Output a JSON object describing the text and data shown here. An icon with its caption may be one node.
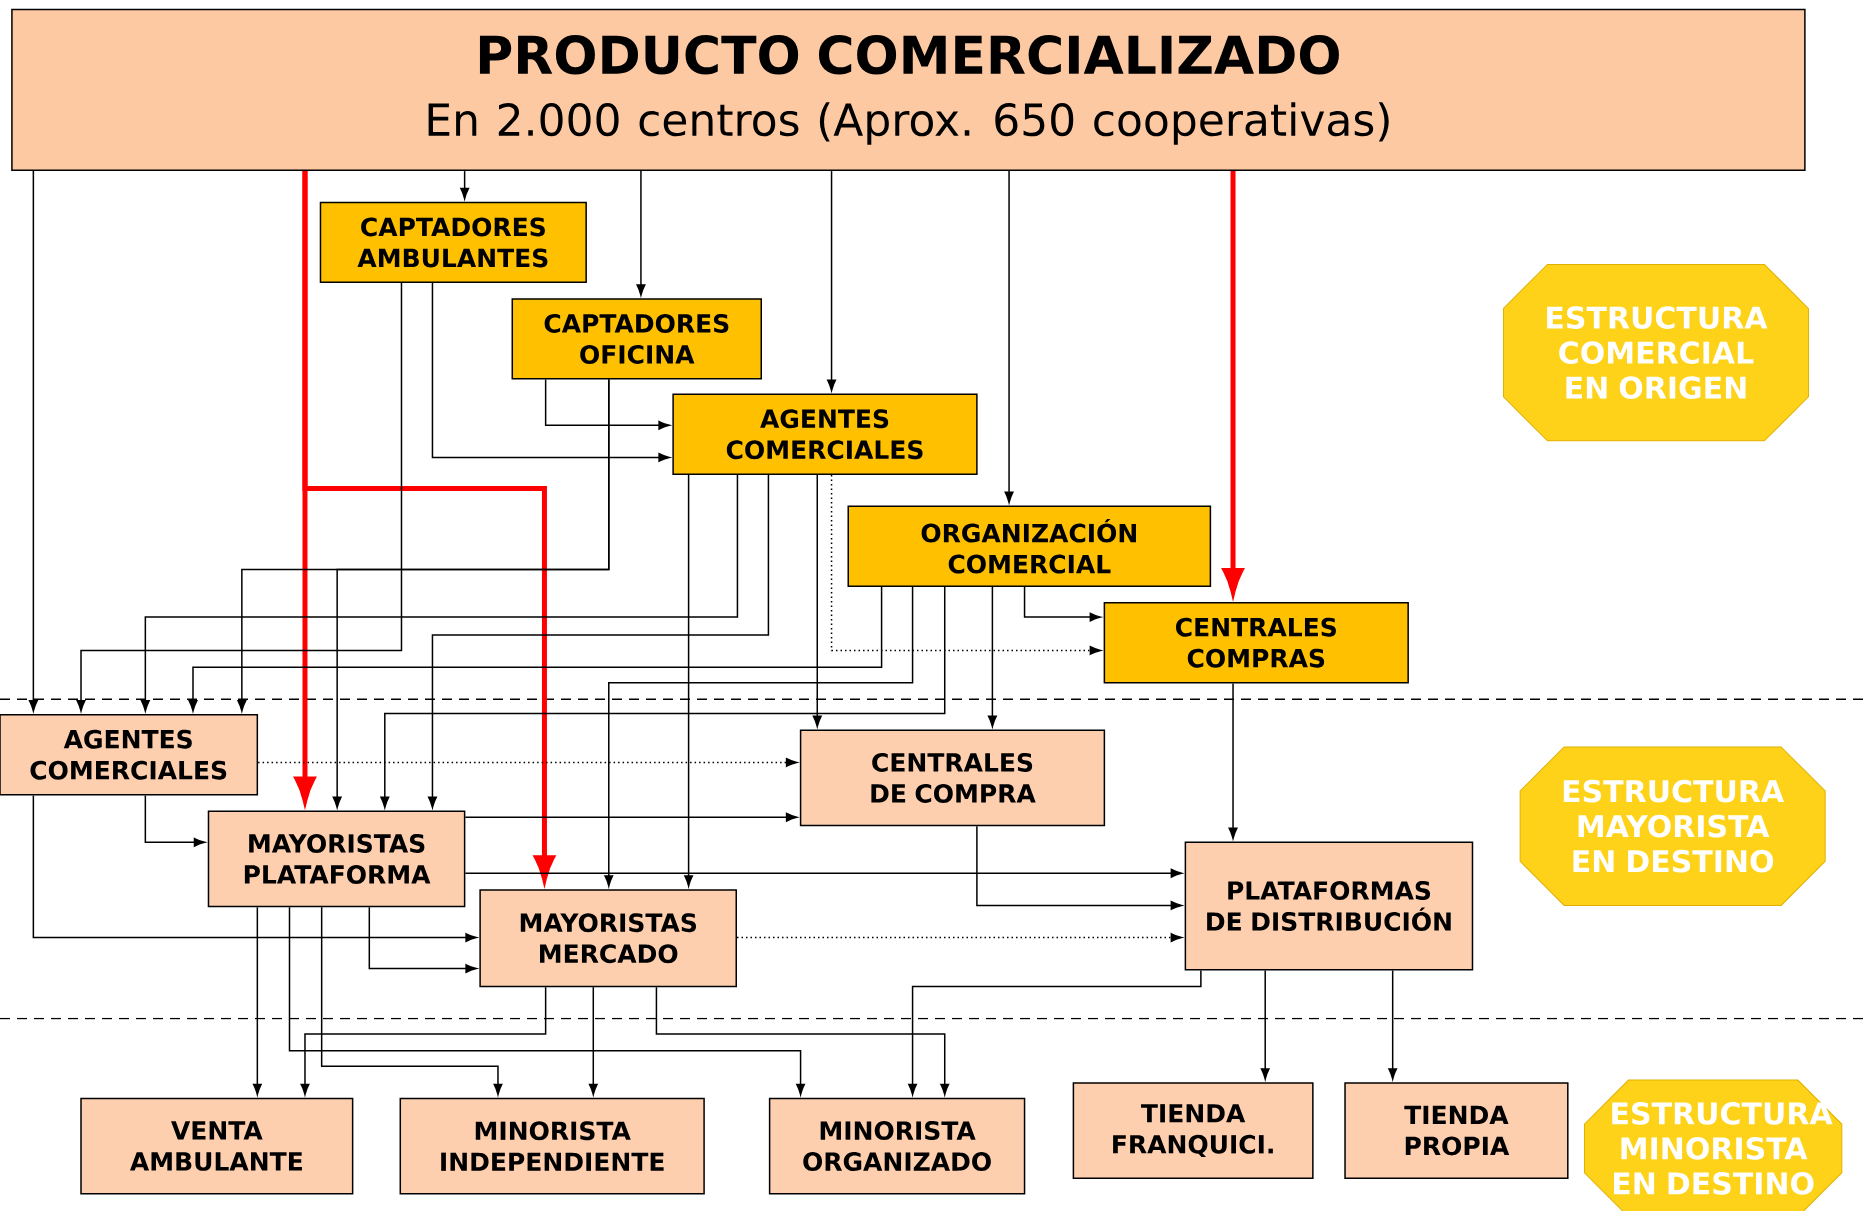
{
  "diagram": {
    "nodes": [
      {
        "text": [
          "PRODUCTO COMERCIALIZADO",
          "En 2.000 centros (Aprox. 650 cooperativas)"
        ]
      },
      {
        "text": [
          "CAPTADORES AMBULANTES"
        ]
      },
      {
        "text": [
          "CAPTADORES OFICINA"
        ]
      },
      {
        "text": [
          "AGENTES COMERCIALES"
        ]
      },
      {
        "text": [
          "ORGANIZACIÓN COMERCIAL"
        ]
      },
      {
        "text": [
          "CENTRALES COMPRAS"
        ]
      },
      {
        "text": [
          "AGENTES COMERCIALES"
        ]
      },
      {
        "text": [
          "CENTRALES DE COMPRA"
        ]
      },
      {
        "text": [
          "MAYORISTAS PLATAFORMA"
        ]
      },
      {
        "text": [
          "PLATAFORMAS DE DISTRIBUCIÓN"
        ]
      },
      {
        "text": [
          "MAYORISTAS MERCADO"
        ]
      },
      {
        "text": [
          "VENTA AMBULANTE"
        ]
      },
      {
        "text": [
          "MINORISTA INDEPENDIENTE"
        ]
      },
      {
        "text": [
          "MINORISTA ORGANIZADO"
        ]
      },
      {
        "text": [
          "TIENDA FRANQUICI."
        ]
      },
      {
        "text": [
          "TIENDA PROPIA"
        ]
      },
      {
        "text": [
          "ESTRUCTURA COMERCIAL EN ORIGEN"
        ]
      },
      {
        "text": [
          "ESTRUCTURA MAYORISTA EN DESTINO"
        ]
      },
      {
        "text": [
          "ESTRUCTURA MINORISTA EN DESTINO"
        ]
      }
    ],
    "edges": [
      {
        "from": 0,
        "to": 6,
        "arrow": "to"
      },
      {
        "from": 0,
        "to": 8,
        "arrow": "to",
        "style": "thick",
        "color": "#ff0000"
      },
      {
        "from": 0,
        "to": 10,
        "arrow": "to",
        "style": "thick",
        "color": "#ff0000"
      },
      {
        "from": 0,
        "to": 1,
        "arrow": "to"
      },
      {
        "from": 0,
        "to": 2,
        "arrow": "to"
      },
      {
        "from": 0,
        "to": 3,
        "arrow": "to"
      },
      {
        "from": 0,
        "to": 4,
        "arrow": "to"
      },
      {
        "from": 0,
        "to": 5,
        "arrow": "to",
        "style": "thick",
        "color": "#ff0000"
      },
      {
        "from": 1,
        "to": 6,
        "arrow": "to"
      },
      {
        "from": 1,
        "to": 3,
        "arrow": "to"
      },
      {
        "from": 2,
        "to": 3,
        "arrow": "to"
      },
      {
        "from": 2,
        "to": 6,
        "arrow": "to"
      },
      {
        "from": 2,
        "to": 8,
        "arrow": "to"
      },
      {
        "from": 3,
        "to": 10,
        "arrow": "to"
      },
      {
        "from": 3,
        "to": 6,
        "arrow": "to"
      },
      {
        "from": 3,
        "to": 8,
        "arrow": "to"
      },
      {
        "from": 3,
        "to": 7,
        "arrow": "to"
      },
      {
        "from": 3,
        "to": 5,
        "arrow": "to",
        "style": "dashed"
      },
      {
        "from": 4,
        "to": 6,
        "arrow": "to"
      },
      {
        "from": 4,
        "to": 10,
        "arrow": "to"
      },
      {
        "from": 4,
        "to": 8,
        "arrow": "to"
      },
      {
        "from": 4,
        "to": 7,
        "arrow": "to"
      },
      {
        "from": 4,
        "to": 5,
        "arrow": "to"
      },
      {
        "from": 5,
        "to": 9,
        "arrow": "to"
      },
      {
        "from": 6,
        "to": 7,
        "arrow": "to",
        "style": "dashed"
      },
      {
        "from": 6,
        "to": 8,
        "arrow": "to"
      },
      {
        "from": 6,
        "to": 10,
        "arrow": "to"
      },
      {
        "from": 8,
        "to": 7,
        "arrow": "to"
      },
      {
        "from": 8,
        "to": 9,
        "arrow": "to"
      },
      {
        "from": 8,
        "to": 11,
        "arrow": "to"
      },
      {
        "from": 8,
        "to": 13,
        "arrow": "to"
      },
      {
        "from": 8,
        "to": 12,
        "arrow": "to"
      },
      {
        "from": 8,
        "to": 10,
        "arrow": "to"
      },
      {
        "from": 7,
        "to": 9,
        "arrow": "to"
      },
      {
        "from": 10,
        "to": 9,
        "arrow": "to",
        "style": "dashed"
      },
      {
        "from": 10,
        "to": 11,
        "arrow": "to"
      },
      {
        "from": 10,
        "to": 12,
        "arrow": "to"
      },
      {
        "from": 10,
        "to": 13,
        "arrow": "to"
      },
      {
        "from": 9,
        "to": 13,
        "arrow": "to"
      },
      {
        "from": 9,
        "to": 14,
        "arrow": "to"
      },
      {
        "from": 9,
        "to": 15,
        "arrow": "to"
      }
    ]
  }
}
